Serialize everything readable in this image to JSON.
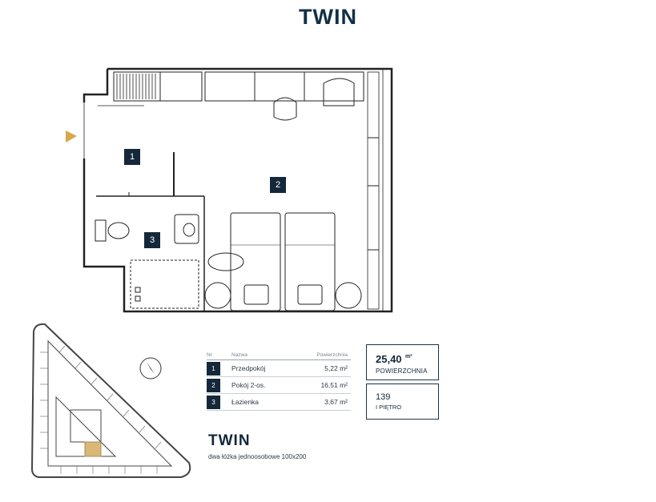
{
  "header": {
    "title": "TWIN"
  },
  "plan": {
    "rooms": [
      {
        "number": "1"
      },
      {
        "number": "2"
      },
      {
        "number": "3"
      }
    ]
  },
  "table": {
    "headers": {
      "nr": "Nr",
      "name": "Nazwa",
      "area": "Powierzchnia"
    },
    "rows": [
      {
        "nr": "1",
        "name": "Przedpokój",
        "area": "5,22 m²"
      },
      {
        "nr": "2",
        "name": "Pokój 2-os.",
        "area": "16,51 m²"
      },
      {
        "nr": "3",
        "name": "Łazienka",
        "area": "3,67 m²"
      }
    ]
  },
  "summary": {
    "area_value": "25,40",
    "area_unit": "m²",
    "area_label": "POWIERZCHNIA",
    "room_number": "139",
    "floor": "I PIĘTRO"
  },
  "footer": {
    "title": "TWIN",
    "subtitle": "dwa łóżka jednoosobowe 100x200"
  },
  "colors": {
    "navy": "#14283a",
    "highlight": "#d9b777",
    "arrow": "#d6a84b"
  }
}
